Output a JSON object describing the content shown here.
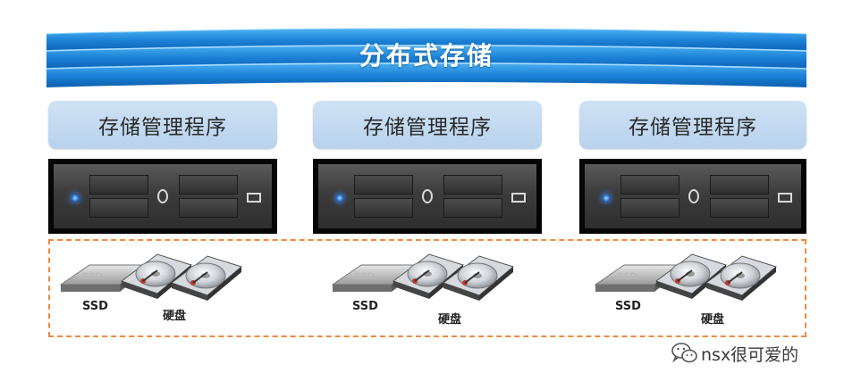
{
  "diagram": {
    "banner_title": "分布式存储",
    "nodes": [
      {
        "manager_label": "存储管理程序",
        "ssd_label": "SSD",
        "hdd_label": "硬盘"
      },
      {
        "manager_label": "存储管理程序",
        "ssd_label": "SSD",
        "hdd_label": "硬盘"
      },
      {
        "manager_label": "存储管理程序",
        "ssd_label": "SSD",
        "hdd_label": "硬盘"
      }
    ],
    "watermark": "nsx很可爱的",
    "colors": {
      "banner": "#1e7fd6",
      "manager_box": "#c5dbf1",
      "dashed_border": "#ef8a3e",
      "server": "#050505"
    },
    "icons": [
      "server-rack-icon",
      "ssd-icon",
      "hard-disk-icon",
      "wechat-icon"
    ]
  }
}
